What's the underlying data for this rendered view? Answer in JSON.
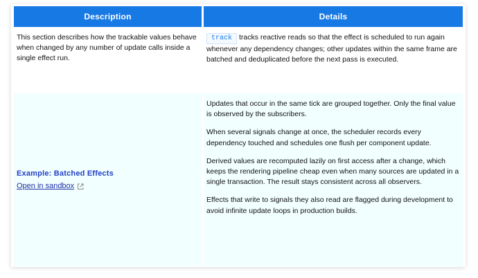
{
  "table": {
    "headers": [
      "Description",
      "Details"
    ],
    "row_intro": {
      "left_text": "This section describes how the trackable values behave when changed by any number of update calls inside a single effect run.",
      "right_code": "track",
      "right_text": "tracks reactive reads so that the effect is scheduled to run again whenever any dependency changes; other updates within the same frame are batched and deduplicated before the next pass is executed."
    },
    "row_example": {
      "title": "Example: Batched Effects",
      "link_label": "Open in sandbox",
      "details": [
        "Updates that occur in the same tick are grouped together. Only the final value is observed by the subscribers.",
        "When several signals change at once, the scheduler records every dependency touched and schedules one flush per component update.",
        "Derived values are recomputed lazily on first access after a change, which keeps the rendering pipeline cheap even when many sources are updated in a single transaction. The result stays consistent across all observers.",
        "Effects that write to signals they also read are flagged during development to avoid infinite update loops in production builds."
      ]
    }
  }
}
